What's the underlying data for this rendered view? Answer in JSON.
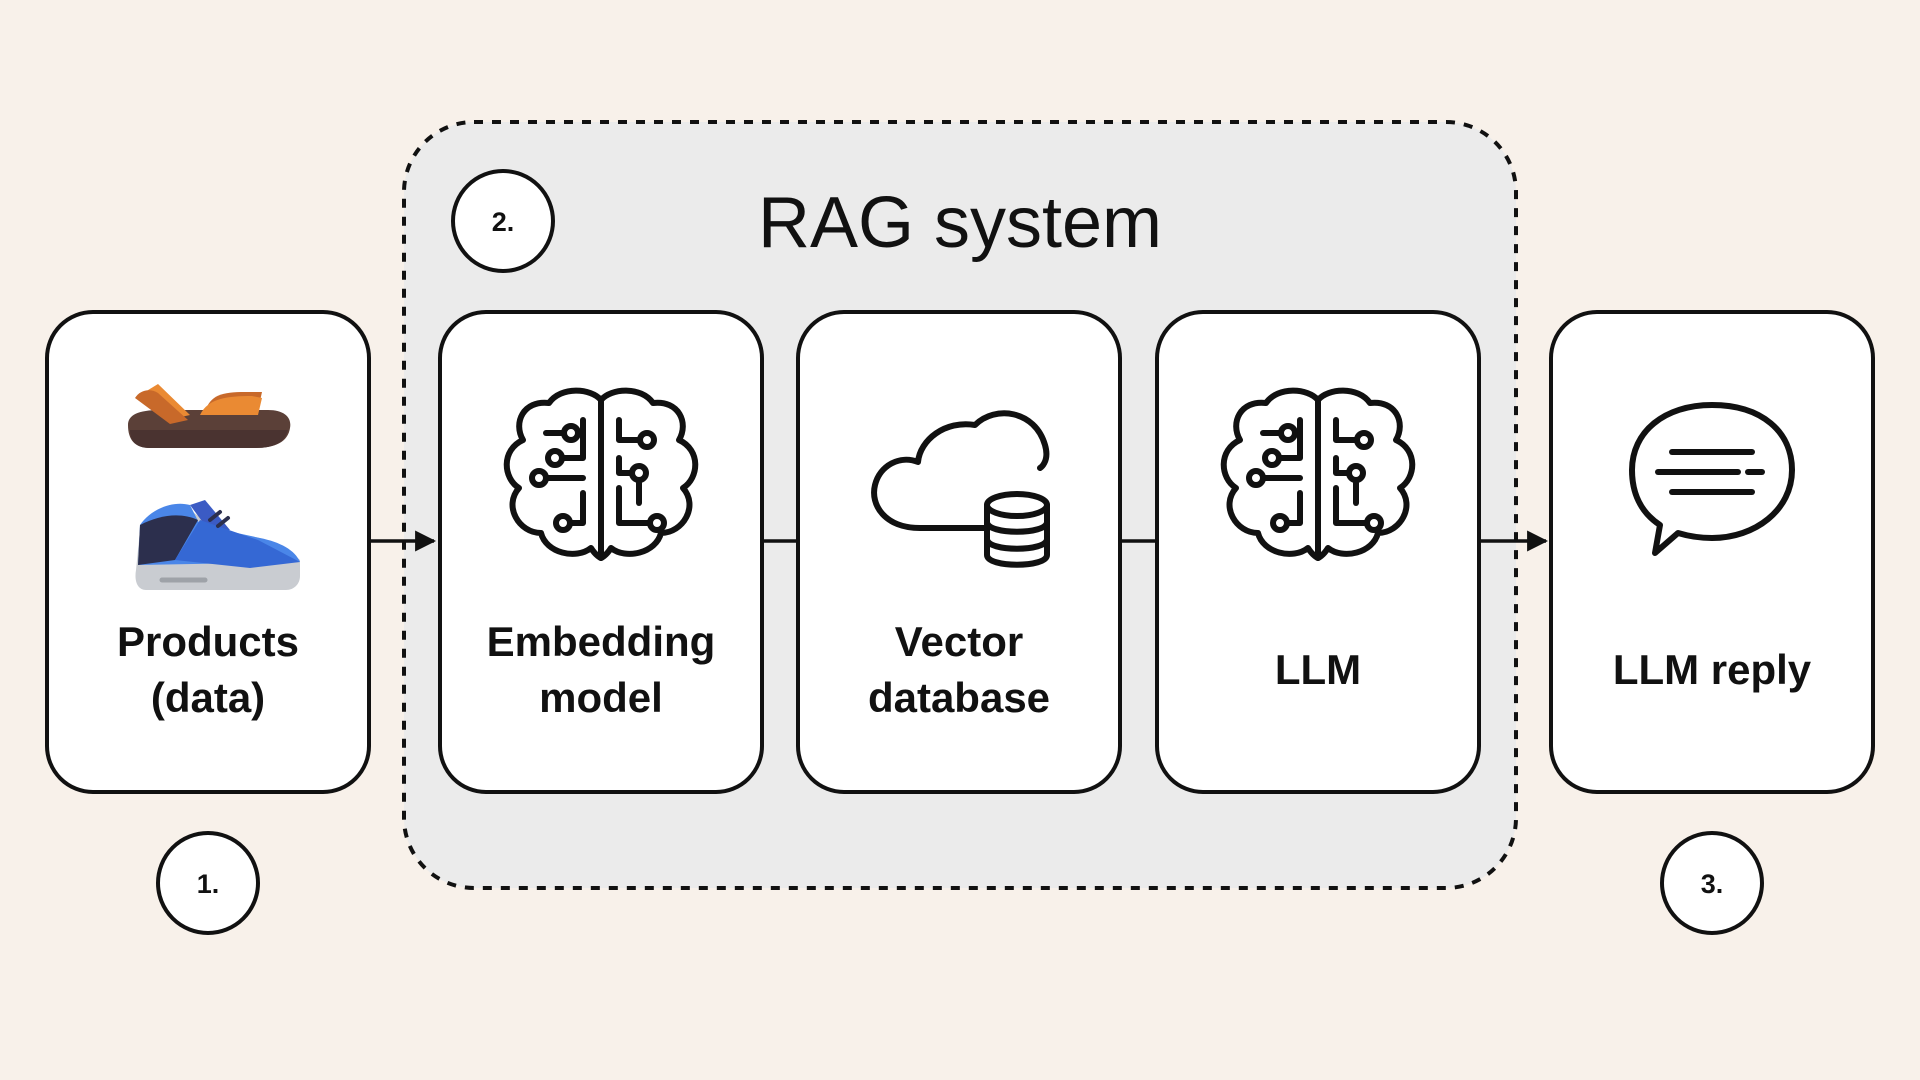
{
  "diagram": {
    "title": "RAG system",
    "steps": {
      "one": "1.",
      "two": "2.",
      "three": "3."
    },
    "nodes": {
      "products": {
        "line1": "Products",
        "line2": "(data)"
      },
      "embedding": {
        "line1": "Embedding",
        "line2": "model"
      },
      "vector_db": {
        "line1": "Vector",
        "line2": "database"
      },
      "llm": {
        "line1": "LLM"
      },
      "reply": {
        "line1": "LLM reply"
      }
    },
    "icons": {
      "products": [
        "sandal-icon",
        "sneaker-icon"
      ],
      "embedding": "brain-circuit-icon",
      "vector_db": "cloud-database-icon",
      "llm": "brain-circuit-icon",
      "reply": "speech-bubble-icon"
    },
    "colors": {
      "background": "#f8f1ea",
      "rag_group_fill": "#ebebeb",
      "box_fill": "#ffffff",
      "stroke": "#111111",
      "sandal_sole": "#5b4038",
      "sandal_strap": "#ea8a33",
      "sneaker_blue": "#4a86e8",
      "sneaker_dark": "#2c2f4d",
      "sneaker_sole": "#c9ccd1"
    }
  }
}
